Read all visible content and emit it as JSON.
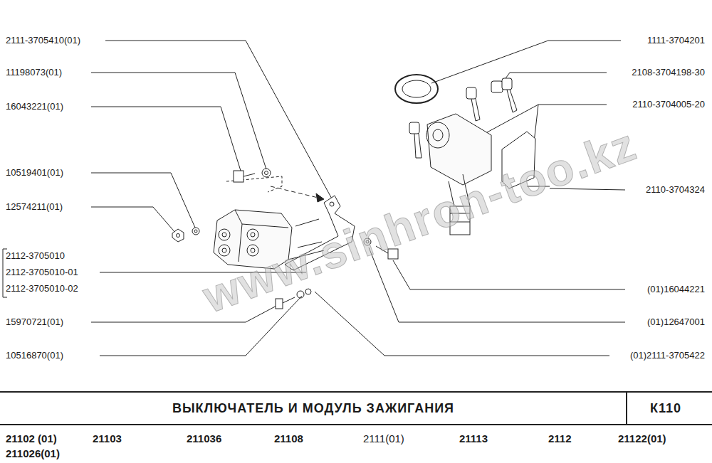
{
  "diagram": {
    "title": "ВЫКЛЮЧАТЕЛЬ И МОДУЛЬ ЗАЖИГАНИЯ",
    "labels": [
      "2111-3705410(01)",
      "11198073(01)",
      "16043221(01)",
      "10519401(01)",
      "12574211(01)",
      "2112-3705010",
      "2112-3705010-01",
      "2112-3705010-02",
      "15970721(01)",
      "10516870(01)",
      "1111-3704201",
      "2108-3704198-30",
      "2110-3704005-20",
      "2110-3704324",
      "(01)16044221",
      "(01)12647001",
      "(01)2111-3705422",
      "www.sinhron-too.kz",
      "К110",
      "21102 (01)",
      "211026(01)",
      "21103",
      "211036",
      "21108",
      "2111(01)",
      "21113",
      "2112",
      "21122(01)"
    ]
  }
}
